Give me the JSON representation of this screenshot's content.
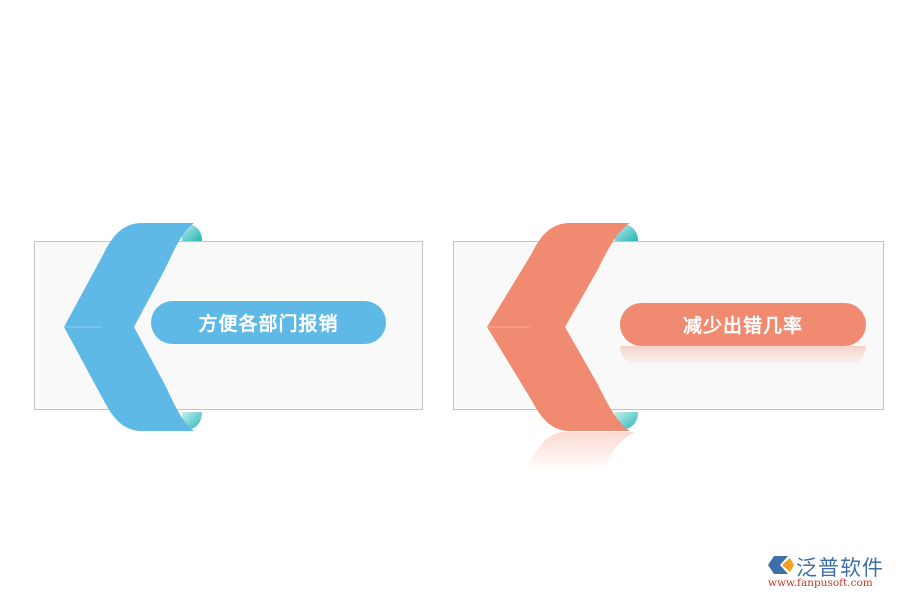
{
  "colors": {
    "blue": "#5fb9e6",
    "salmon": "#f08a70",
    "teal": "#3ec4c4",
    "card_bg": "#f9f9f9",
    "card_border": "#c4c4c4"
  },
  "items": [
    {
      "label": "方便各部门报销",
      "color": "#5fb9e6",
      "icon": "chevron-left-ribbon-icon"
    },
    {
      "label": "减少出错几率",
      "color": "#f08a70",
      "icon": "chevron-left-ribbon-icon"
    }
  ],
  "logo": {
    "title": "泛普软件",
    "url": "www.fanpusoft.com",
    "icon": "fanpu-logo-icon"
  }
}
